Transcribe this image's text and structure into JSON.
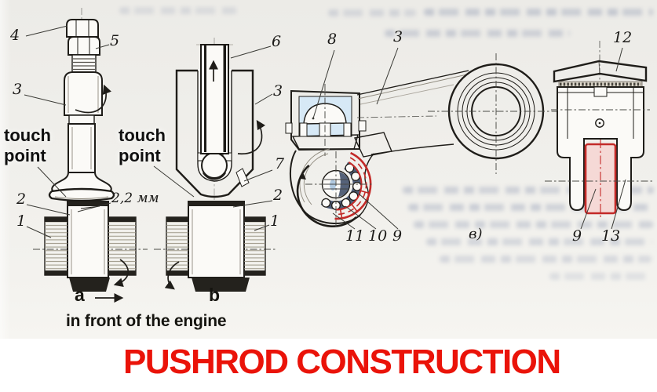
{
  "page": {
    "title": "PUSHROD CONSTRUCTION",
    "caption": "in front of the engine"
  },
  "annotations": {
    "touch_point_left": "touch point",
    "touch_point_right": "touch point",
    "gap_dimension": "2,2 мм",
    "fig_a": "a",
    "fig_b": "b",
    "fig_v": "в)"
  },
  "part_labels": {
    "a_locknut": "4",
    "a_adjust_nut": "5",
    "a_screw": "3",
    "a_tappet_top": "2",
    "a_tappet": "1",
    "b_pushrod": "6",
    "b_screw": "3",
    "b_socket": "7",
    "b_tappet_top": "2",
    "b_tappet": "1",
    "v_cup": "8",
    "v_arm": "3",
    "v_race": "11",
    "v_cage": "10",
    "v_roller": "9",
    "s_pad": "12",
    "s_roller": "9",
    "s_fork": "13"
  },
  "colors": {
    "title_red": "#ea1309",
    "red": "#c32a28",
    "roller_fill": "#f5d9d6",
    "hatch_blue": "#3f82c0",
    "hatch_blue_fill": "#eaf3fa",
    "hatch_teal": "#2fae97",
    "hatch_teal_fill": "#e2f2ec",
    "line": "#1f1d19",
    "paper": "#f0efeb",
    "interior_blue": "#d7e9f6"
  }
}
